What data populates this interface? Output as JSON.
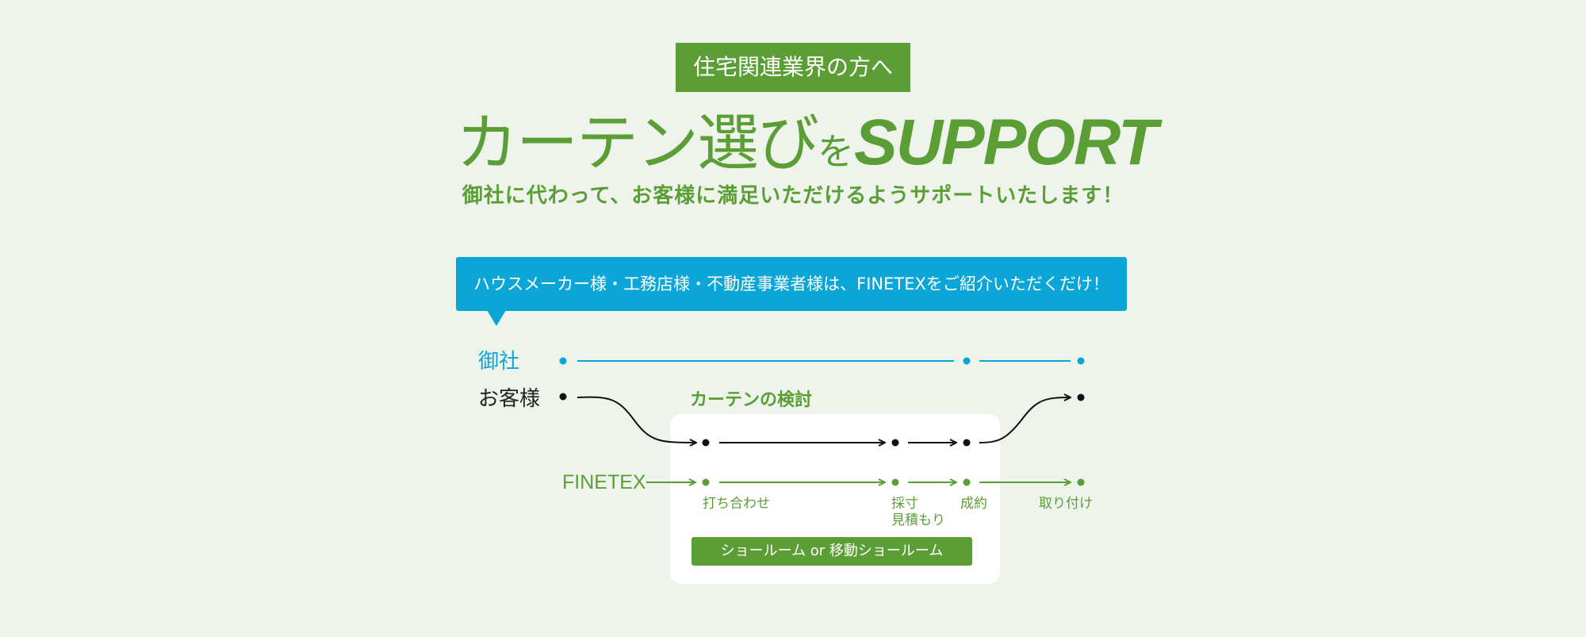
{
  "tag": "住宅関連業界の方へ",
  "headline": {
    "part1": "カーテン選び",
    "part2": "を",
    "part3": "SUPPORT"
  },
  "subtitle": "御社に代わって、お客様に満足いただけるようサポートいたします！",
  "banner": "ハウスメーカー様・工務店様・不動産事業者様は、FINETEXをご紹介いただくだけ！",
  "flow": {
    "rows": {
      "company": "御社",
      "customer": "お客様",
      "finetex": "FINETEX"
    },
    "panel_title": "カーテンの検討",
    "steps": {
      "step1": "打ち合わせ",
      "step2_line1": "採寸",
      "step2_line2": "見積もり",
      "step3": "成約",
      "step4": "取り付け"
    },
    "showroom_label": "ショールーム or 移動ショールーム",
    "colors": {
      "green": "#5b9e36",
      "blue": "#0ba5d8",
      "black": "#111111",
      "background": "#eef4ec"
    }
  }
}
